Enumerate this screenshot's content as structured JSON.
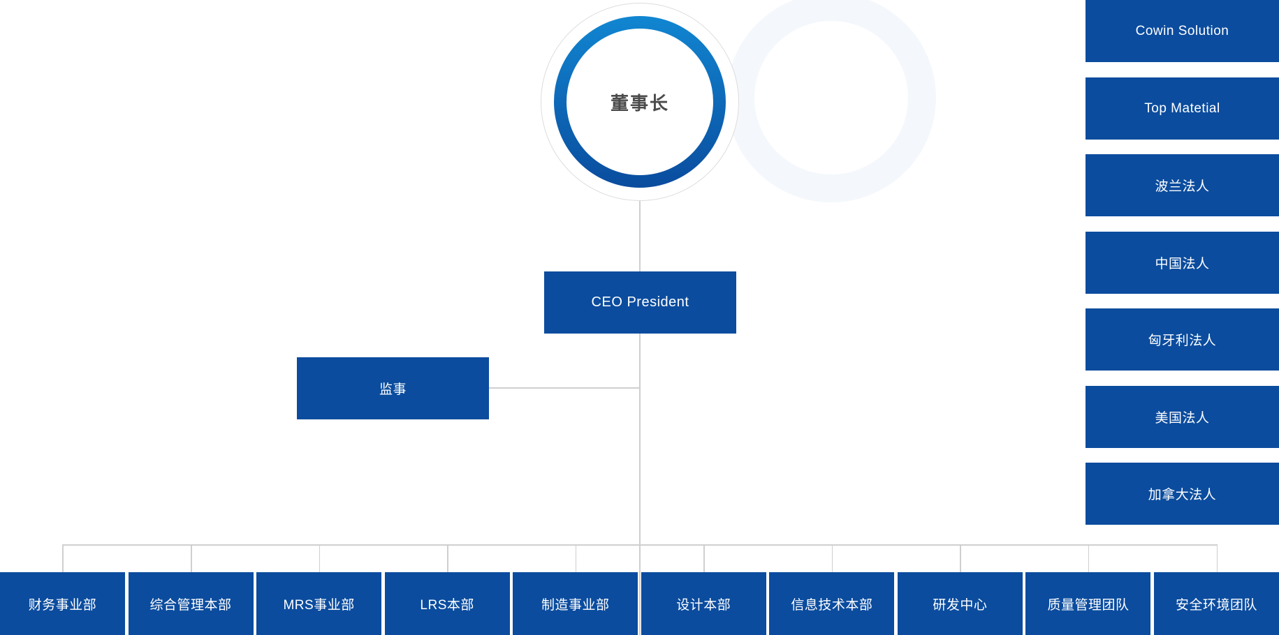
{
  "palette": {
    "box_blue": "#0b4c9e",
    "ring_gradient_top": "#1186d1",
    "ring_gradient_bottom": "#0a4c9e",
    "connector_gray": "#cfcfcf",
    "chairman_text_color": "#4b4b4b",
    "box_text_color": "#ffffff"
  },
  "nodes": {
    "chairman": {
      "label": "董事长"
    },
    "ceo": {
      "label": "CEO President"
    },
    "supervisor": {
      "label": "监事"
    }
  },
  "departments": [
    "财务事业部",
    "综合管理本部",
    "MRS事业部",
    "LRS本部",
    "制造事业部",
    "设计本部",
    "信息技术本部",
    "研发中心",
    "质量管理团队",
    "安全环境团队"
  ],
  "subsidiaries": [
    "Cowin Solution",
    "Top Matetial",
    "波兰法人",
    "中国法人",
    "匈牙利法人",
    "美国法人",
    "加拿大法人"
  ]
}
